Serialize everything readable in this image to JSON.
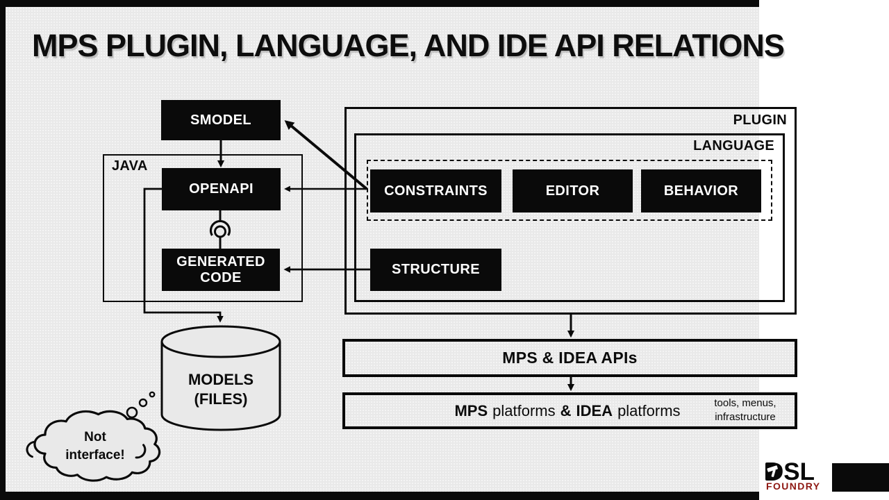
{
  "slide": {
    "title": "MPS PLUGIN, LANGUAGE, AND IDE API RELATIONS",
    "colors": {
      "background": "#e9e9e9",
      "ink": "#0a0a0a",
      "brand_red": "#8e1712"
    }
  },
  "containers": {
    "java_label": "JAVA",
    "plugin_label": "PLUGIN",
    "language_label": "LANGUAGE"
  },
  "nodes": {
    "smodel": "SMODEL",
    "openapi": "OPENAPI",
    "generated_code": "GENERATED CODE",
    "constraints": "CONSTRAINTS",
    "editor": "EDITOR",
    "behavior": "BEHAVIOR",
    "structure": "STRUCTURE"
  },
  "datastore": {
    "line1": "MODELS",
    "line2": "(FILES)"
  },
  "thought_cloud": {
    "line1": "Not",
    "line2": "interface!"
  },
  "bars": {
    "apis_label": "MPS & IDEA APIs",
    "platforms": {
      "seg1": "MPS",
      "seg2": "platforms",
      "seg3": "&",
      "seg4": "IDEA",
      "seg5": "platforms"
    },
    "platforms_note_line1": "tools, menus,",
    "platforms_note_line2": "infrastructure"
  },
  "logo": {
    "name": "DSL",
    "subtitle": "FOUNDRY"
  }
}
